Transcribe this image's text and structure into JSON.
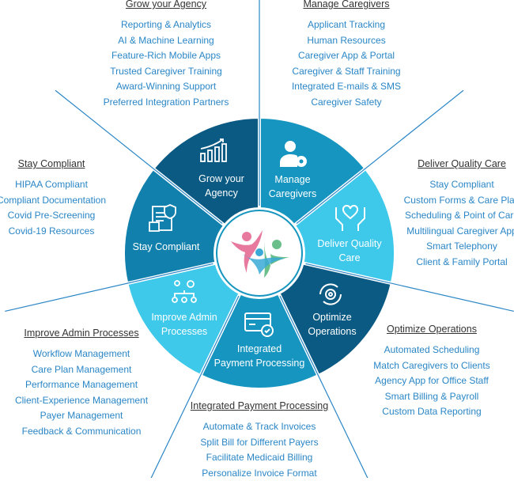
{
  "colors": {
    "dark": "#0b5a83",
    "mid": "#1595bf",
    "light": "#3ec8ea",
    "stay": "#1280ad",
    "text": "#2a86c6",
    "heading": "#333333"
  },
  "segments": [
    {
      "label1": "Manage",
      "label2": "Caregivers",
      "icon": "user-gear-icon",
      "color": "#1595bf"
    },
    {
      "label1": "Deliver Quality",
      "label2": "Care",
      "icon": "heart-hands-icon",
      "color": "#3ec8ea"
    },
    {
      "label1": "Optimize",
      "label2": "Operations",
      "icon": "gear-cycle-icon",
      "color": "#0b5a83"
    },
    {
      "label1": "Integrated",
      "label2": "Payment Processing",
      "icon": "card-check-icon",
      "color": "#1595bf"
    },
    {
      "label1": "Improve Admin",
      "label2": "Processes",
      "icon": "org-chart-icon",
      "color": "#3ec8ea"
    },
    {
      "label1": "Stay Compliant",
      "label2": "",
      "icon": "document-shield-icon",
      "color": "#1280ad"
    },
    {
      "label1": "Grow your",
      "label2": "Agency",
      "icon": "growth-chart-icon",
      "color": "#0b5a83"
    }
  ],
  "sections": {
    "grow": {
      "title": "Grow your Agency",
      "items": [
        "Reporting & Analytics",
        "AI & Machine Learning",
        "Feature-Rich Mobile Apps",
        "Trusted Caregiver Training",
        "Award-Winning Support",
        "Preferred Integration Partners"
      ]
    },
    "manage": {
      "title": "Manage Caregivers",
      "items": [
        "Applicant Tracking",
        "Human Resources",
        "Caregiver App & Portal",
        "Caregiver & Staff Training",
        "Integrated E-mails & SMS",
        "Caregiver Safety"
      ]
    },
    "stay": {
      "title": "Stay Compliant",
      "items": [
        "HIPAA Compliant",
        "Compliant Documentation",
        "Covid Pre-Screening",
        "Covid-19 Resources"
      ]
    },
    "deliver": {
      "title": "Deliver Quality Care",
      "items": [
        "Stay Compliant",
        "Custom Forms & Care Plan",
        "Scheduling & Point of Care",
        "Multilingual Caregiver App",
        "Smart Telephony",
        "Client & Family Portal"
      ]
    },
    "improve": {
      "title": "Improve Admin Processes",
      "items": [
        "Workflow Management",
        "Care Plan Management",
        "Performance Management",
        "Client-Experience Management",
        "Payer Management",
        "Feedback & Communication"
      ]
    },
    "optimize": {
      "title": "Optimize Operations",
      "items": [
        "Automated Scheduling",
        "Match Caregivers to Clients",
        "Agency App for Office Staff",
        "Smart Billing & Payroll",
        "Custom Data Reporting"
      ]
    },
    "payment": {
      "title": "Integrated Payment Processing",
      "items": [
        "Automate & Track Invoices",
        "Split Bill for Different Payers",
        "Facilitate Medicaid Billing",
        "Personalize Invoice Format"
      ]
    }
  }
}
